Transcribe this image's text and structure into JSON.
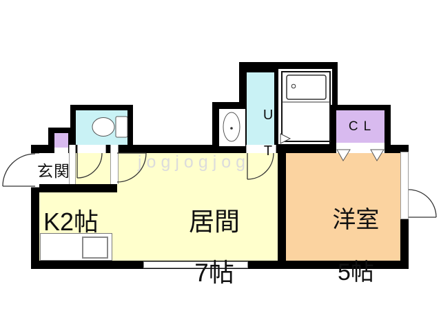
{
  "floorplan": {
    "rooms": {
      "genkan": {
        "label": "玄関"
      },
      "kitchen": {
        "label": "K2帖"
      },
      "living": {
        "name": "居間",
        "size": "7帖"
      },
      "western": {
        "name": "洋室",
        "size": "5帖"
      },
      "ut": {
        "line1": "U",
        "line2": "T"
      },
      "closet": {
        "label": "CL"
      }
    },
    "watermark": "jogjogjog",
    "colors": {
      "wall": "#000000",
      "ldk_floor": "#ffffcc",
      "western_floor": "#fbd3a0",
      "wet_area_floor": "#c9f2f5",
      "closet_floor": "#d8baef",
      "watermark": "#dcdcdc"
    }
  }
}
